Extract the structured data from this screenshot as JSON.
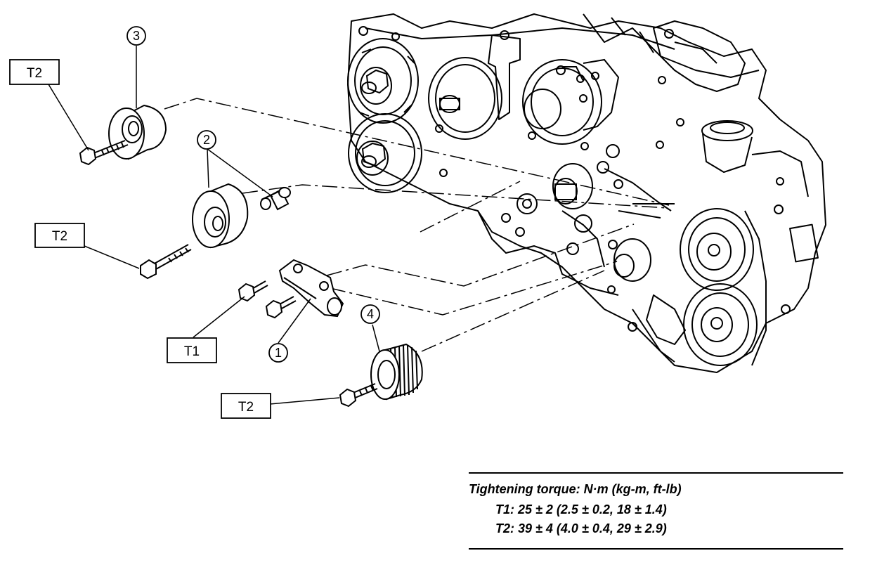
{
  "callouts": {
    "part1": "1",
    "part2": "2",
    "part3": "3",
    "part4": "4"
  },
  "torque_labels": {
    "t2_idler3": "T2",
    "t2_idler2": "T2",
    "t1_tensioner": "T1",
    "t2_sprocket4": "T2"
  },
  "torque_table": {
    "title": "Tightening torque: N·m (kg-m, ft-lb)",
    "rows": [
      "T1: 25 ± 2 (2.5 ± 0.2, 18 ± 1.4)",
      "T2: 39 ± 4 (4.0 ± 0.4, 29 ± 2.9)"
    ]
  }
}
